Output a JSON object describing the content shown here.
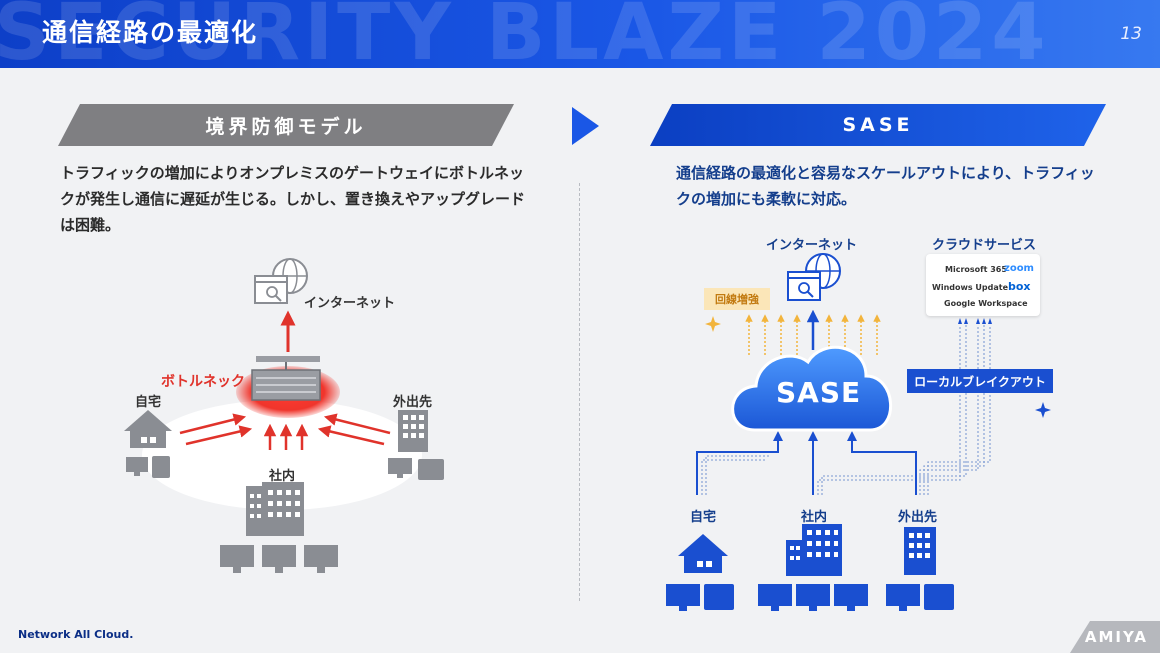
{
  "header": {
    "watermark": "SECURITY BLAZE 2024",
    "title": "通信経路の最適化",
    "page_number": "13"
  },
  "left": {
    "banner": "境界防御モデル",
    "description": "トラフィックの増加によりオンプレミスのゲートウェイにボトルネックが発生し通信に遅延が生じる。しかし、置き換えやアップグレードは困難。",
    "labels": {
      "internet": "インターネット",
      "bottleneck": "ボトルネック",
      "home": "自宅",
      "office": "社内",
      "remote": "外出先"
    }
  },
  "right": {
    "banner": "SASE",
    "description": "通信経路の最適化と容易なスケールアウトにより、トラフィックの増加にも柔軟に対応。",
    "labels": {
      "internet": "インターネット",
      "cloud_services": "クラウドサービス",
      "line_boost": "回線増強",
      "sase": "SASE",
      "local_breakout": "ローカルブレイクアウト",
      "home": "自宅",
      "office": "社内",
      "remote": "外出先"
    },
    "services": [
      "Microsoft 365",
      "zoom",
      "Windows Update",
      "box",
      "Google Workspace"
    ]
  },
  "footer": {
    "brand": "Network All Cloud.",
    "logo": "AMIYA"
  },
  "icons": [
    "globe-browser-icon",
    "firewall-appliance-icon",
    "house-icon",
    "office-building-icon",
    "computer-monitor-icon",
    "sparkle-icon",
    "cloud-icon"
  ],
  "colors": {
    "accent_blue": "#1a57e6",
    "gray_banner": "#7f7f82",
    "bottleneck_red": "#e0332b",
    "boost_yellow": "#f2b43c"
  }
}
